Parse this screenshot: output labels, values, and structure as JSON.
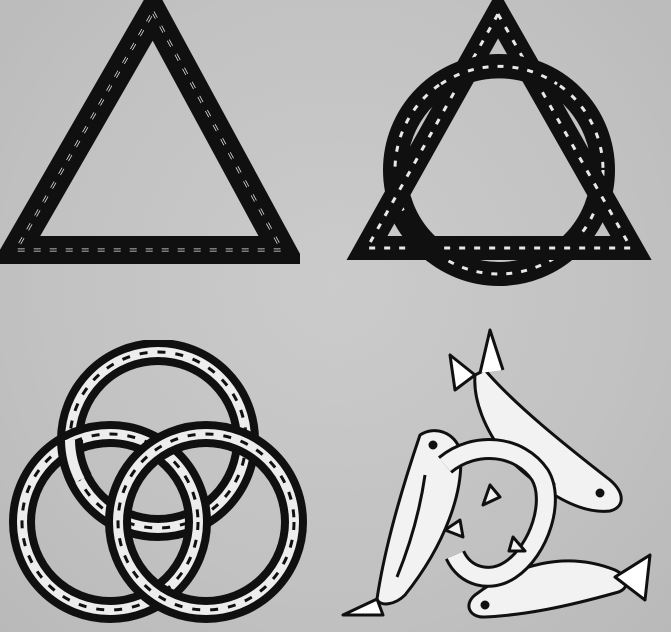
{
  "figure": {
    "background": "#c4c4c4",
    "ink": "#101010",
    "highlight": "#ededed",
    "symbols": [
      {
        "id": "triangle",
        "icon": "rope-triangle-icon"
      },
      {
        "id": "triangle-circle",
        "icon": "triangle-interlaced-circle-icon"
      },
      {
        "id": "borromean",
        "icon": "borromean-rings-icon"
      },
      {
        "id": "three-fish",
        "icon": "three-fish-trinity-icon"
      }
    ]
  }
}
